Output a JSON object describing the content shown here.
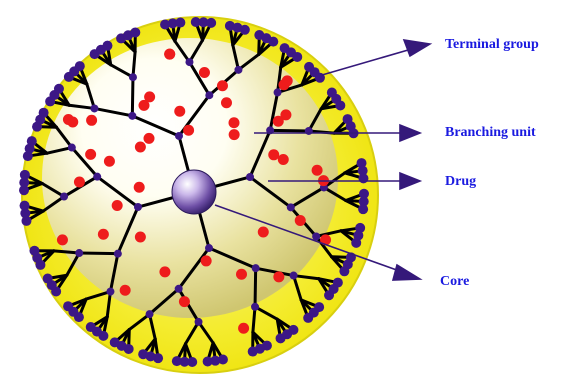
{
  "labels": {
    "terminal_group": "Terminal group",
    "branching_unit": "Branching unit",
    "drug": "Drug",
    "core": "Core"
  },
  "colors": {
    "outer_shell": "#f6ee1a",
    "shell_edge": "#d8cf10",
    "inner_glow": "#fffde0",
    "inner_shade": "#d9d07a",
    "branch": "#000000",
    "terminal_node": "#3c1786",
    "drug": "#ee1c1c",
    "core_sphere": "#6b4fa0",
    "arrow": "#35197a",
    "label_text": "#1a1ae0"
  },
  "icons": {
    "core": "sphere-icon",
    "terminal": "dot-icon",
    "drug": "red-dot-icon"
  }
}
